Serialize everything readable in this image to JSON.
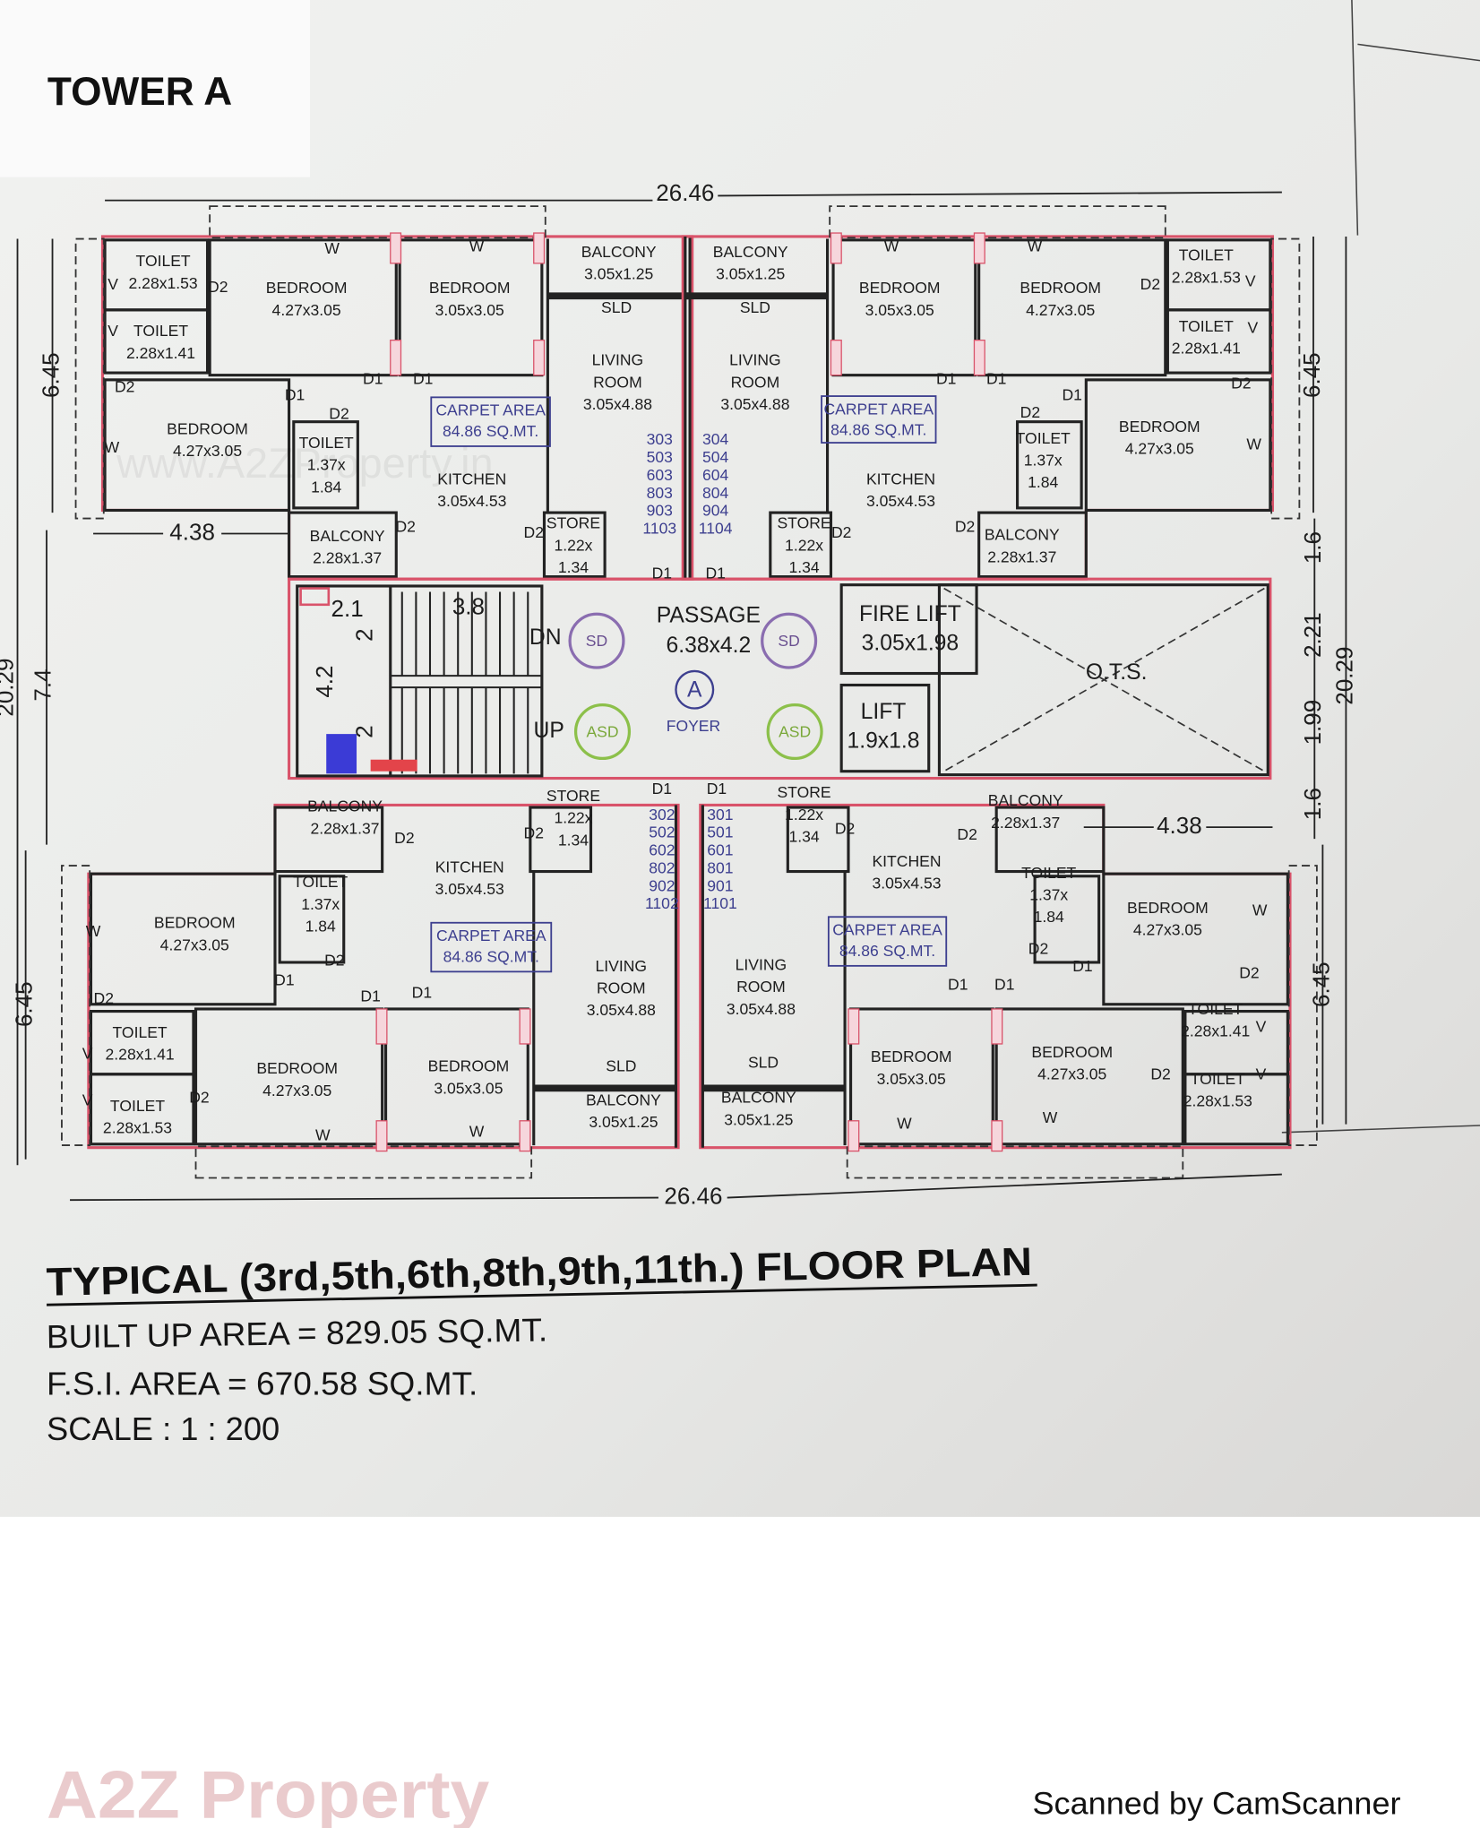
{
  "header": {
    "tower": "TOWER A"
  },
  "dimensions": {
    "overall_width_top": "26.46",
    "overall_width_bottom": "26.46",
    "overall_depth_left": "20.29",
    "overall_depth_right": "20.29",
    "flat_depth_top_left": "6.45",
    "flat_depth_bottom_left": "6.45",
    "flat_depth_top_right": "6.45",
    "flat_depth_bottom_right": "6.45",
    "core_depth_left": "7.4",
    "setback_top_left": "4.38",
    "setback_bottom_right": "4.38",
    "right_segments": [
      "1.6",
      "2.21",
      "1.99",
      "1.6"
    ],
    "stair_width": "2.1",
    "stair_length": "3.8",
    "stair_depth": "4.2",
    "stair_flight_upper": "2",
    "stair_flight_lower": "2"
  },
  "flats": [
    {
      "rooms": [
        [
          "TOILET",
          "2.28x1.53"
        ],
        [
          "TOILET",
          "2.28x1.41"
        ],
        [
          "BEDROOM",
          "4.27x3.05"
        ],
        [
          "BEDROOM",
          "3.05x3.05"
        ],
        [
          "BALCONY",
          "3.05x1.25"
        ],
        [
          "LIVING",
          "ROOM",
          "3.05x4.88"
        ],
        [
          "BEDROOM",
          "4.27x3.05"
        ],
        [
          "TOILET",
          "1.37x",
          "1.84"
        ],
        [
          "KITCHEN",
          "3.05x4.53"
        ],
        [
          "STORE",
          "1.22x",
          "1.34"
        ],
        [
          "BALCONY",
          "2.28x1.37"
        ]
      ],
      "marks": [
        "SLD",
        "W",
        "W",
        "V",
        "V",
        "W",
        "D2",
        "D2",
        "D1",
        "D1",
        "D1",
        "D2",
        "D2",
        "D2",
        "D1"
      ],
      "carpet_area": [
        "CARPET AREA",
        "84.86 SQ.MT."
      ],
      "unit_numbers": [
        "303",
        "503",
        "603",
        "803",
        "903",
        "1103"
      ]
    },
    {
      "rooms": [
        [
          "BALCONY",
          "3.05x1.25"
        ],
        [
          "LIVING",
          "ROOM",
          "3.05x4.88"
        ],
        [
          "BEDROOM",
          "3.05x3.05"
        ],
        [
          "BEDROOM",
          "4.27x3.05"
        ],
        [
          "TOILET",
          "2.28x1.53"
        ],
        [
          "TOILET",
          "2.28x1.41"
        ],
        [
          "BEDROOM",
          "4.27x3.05"
        ],
        [
          "TOILET",
          "1.37x",
          "1.84"
        ],
        [
          "KITCHEN",
          "3.05x4.53"
        ],
        [
          "STORE",
          "1.22x",
          "1.34"
        ],
        [
          "BALCONY",
          "2.28x1.37"
        ]
      ],
      "marks": [
        "SLD",
        "W",
        "W",
        "V",
        "V",
        "W",
        "D2",
        "D2",
        "D1",
        "D1",
        "D1",
        "D2",
        "D2",
        "D2",
        "D1"
      ],
      "carpet_area": [
        "CARPET AREA",
        "84.86 SQ.MT."
      ],
      "unit_numbers": [
        "304",
        "504",
        "604",
        "804",
        "904",
        "1104"
      ]
    },
    {
      "rooms": [
        [
          "BALCONY",
          "2.28x1.37"
        ],
        [
          "STORE",
          "1.22x",
          "1.34"
        ],
        [
          "KITCHEN",
          "3.05x4.53"
        ],
        [
          "TOILET",
          "1.37x",
          "1.84"
        ],
        [
          "BEDROOM",
          "4.27x3.05"
        ],
        [
          "LIVING",
          "ROOM",
          "3.05x4.88"
        ],
        [
          "TOILET",
          "2.28x1.41"
        ],
        [
          "BEDROOM",
          "4.27x3.05"
        ],
        [
          "BEDROOM",
          "3.05x3.05"
        ],
        [
          "TOILET",
          "2.28x1.53"
        ],
        [
          "BALCONY",
          "3.05x1.25"
        ]
      ],
      "marks": [
        "SLD",
        "W",
        "W",
        "W",
        "V",
        "V",
        "D2",
        "D2",
        "D1",
        "D2",
        "D1",
        "D2",
        "D1",
        "D1",
        "D2"
      ],
      "carpet_area": [
        "CARPET AREA",
        "84.86 SQ.MT."
      ],
      "unit_numbers": [
        "302",
        "502",
        "602",
        "802",
        "902",
        "1102"
      ]
    },
    {
      "rooms": [
        [
          "STORE",
          "1.22x",
          "1.34"
        ],
        [
          "BALCONY",
          "2.28x1.37"
        ],
        [
          "KITCHEN",
          "3.05x4.53"
        ],
        [
          "TOILET",
          "1.37x",
          "1.84"
        ],
        [
          "BEDROOM",
          "4.27x3.05"
        ],
        [
          "LIVING",
          "ROOM",
          "3.05x4.88"
        ],
        [
          "TOILET",
          "2.28x1.41"
        ],
        [
          "BEDROOM",
          "3.05x3.05"
        ],
        [
          "BEDROOM",
          "4.27x3.05"
        ],
        [
          "TOILET",
          "2.28x1.53"
        ],
        [
          "BALCONY",
          "3.05x1.25"
        ]
      ],
      "marks": [
        "SLD",
        "W",
        "W",
        "W",
        "V",
        "V",
        "D1",
        "D2",
        "D2",
        "D2",
        "D1",
        "D2",
        "D1",
        "D1",
        "D2"
      ],
      "carpet_area": [
        "CARPET AREA",
        "84.86 SQ.MT."
      ],
      "unit_numbers": [
        "301",
        "501",
        "601",
        "801",
        "901",
        "1101"
      ]
    }
  ],
  "core": {
    "passage": [
      "PASSAGE",
      "6.38x4.2"
    ],
    "foyer_symbol": "A",
    "foyer": "FOYER",
    "fire_lift": [
      "FIRE LIFT",
      "3.05x1.98"
    ],
    "lift": [
      "LIFT",
      "1.9x1.8"
    ],
    "ots": "O.T.S.",
    "smoke_detector": "SD",
    "automatic_smoke_detector": "ASD",
    "stair_down": "DN",
    "stair_up": "UP"
  },
  "colors": {
    "outline": "#d9536a",
    "sd": "#8a6db0",
    "asd": "#8cc04a",
    "annotation": "#3d3f8f"
  },
  "footer": {
    "title": "TYPICAL (3rd,5th,6th,8th,9th,11th.) FLOOR PLAN",
    "built_up_area": "BUILT UP AREA = 829.05 SQ.MT.",
    "fsi_area": "F.S.I. AREA = 670.58 SQ.MT.",
    "scale": "SCALE : 1 : 200"
  },
  "watermarks": {
    "brand": "A2Z Property",
    "site": "www.A2ZProperty.in"
  },
  "scanner_credit": "Scanned by CamScanner"
}
